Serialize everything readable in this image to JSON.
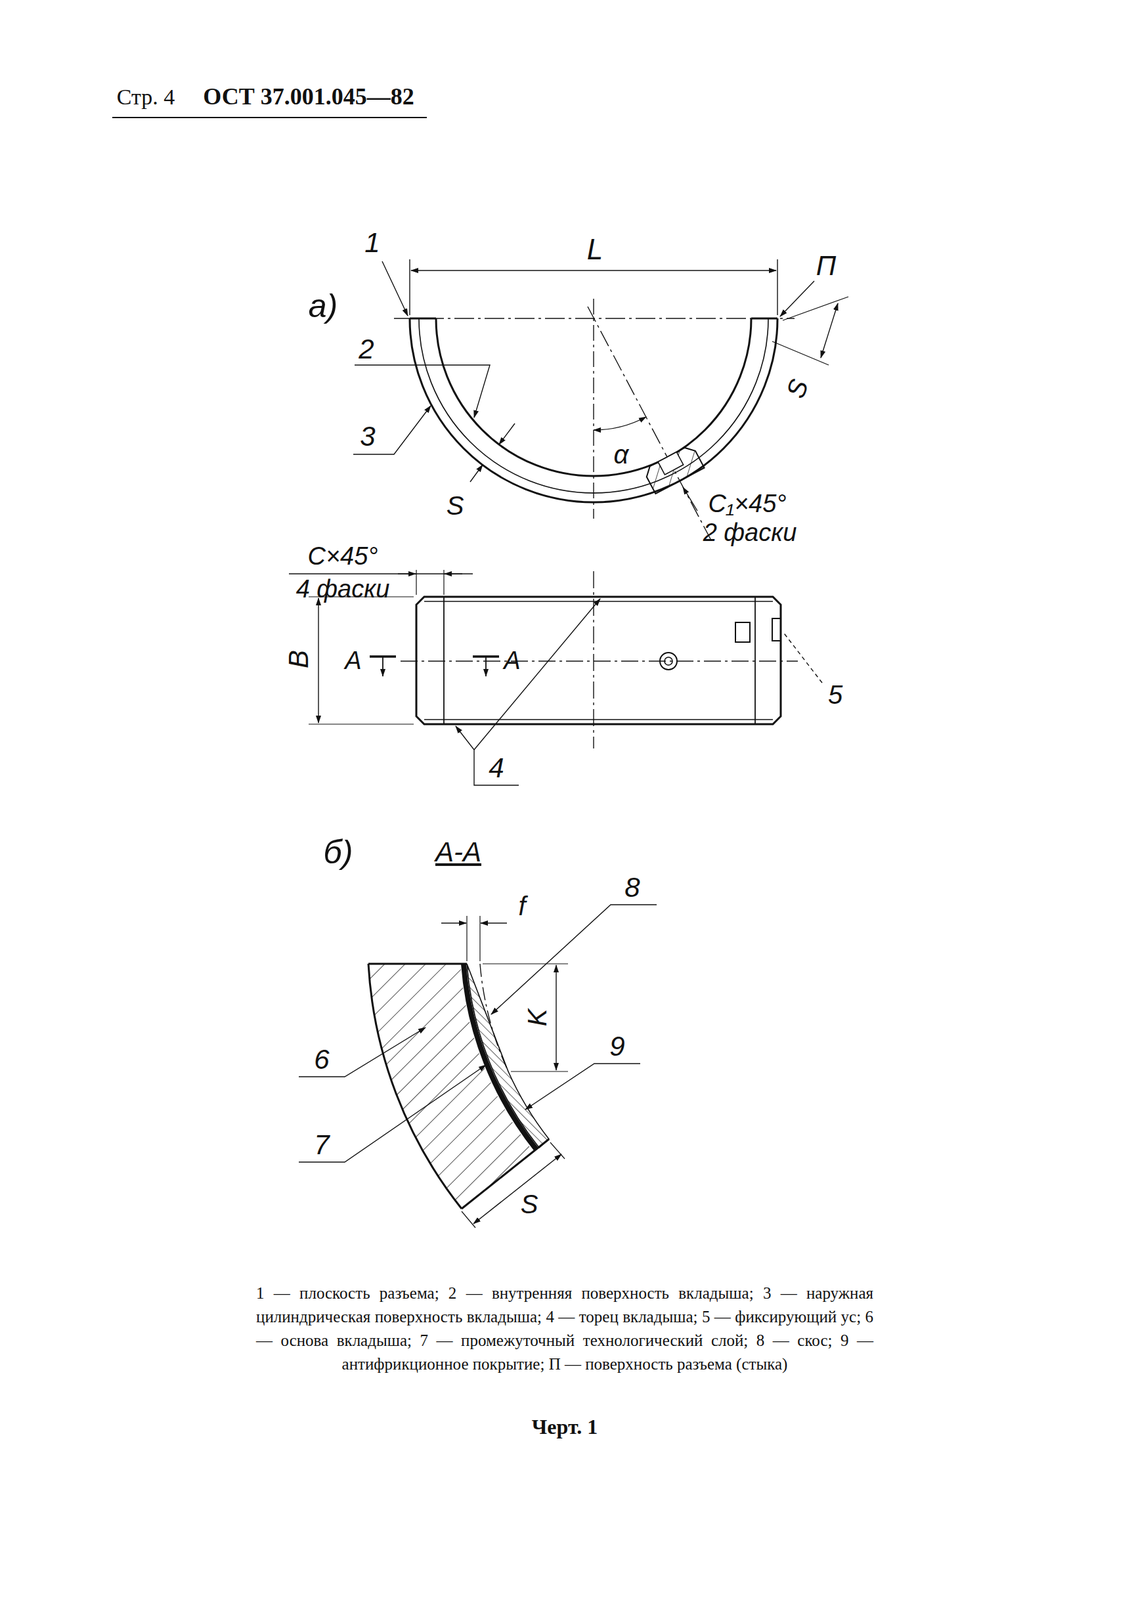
{
  "diagram": {
    "caption": "Черт. 1",
    "labels": [
      "Стр. 4",
      "ОСТ 37.001.045—82",
      "а)",
      "L",
      "1",
      "П",
      "2",
      "3",
      "α",
      "S",
      "S",
      "C₁×45°",
      "2 фаски",
      "C×45°",
      "4 фаски",
      "В",
      "А",
      "А",
      "5",
      "4",
      "б)",
      "А-А",
      "f",
      "8",
      "K",
      "6",
      "9",
      "7",
      "S",
      "1 — плоскость разъема; 2 — внутренняя поверхность вкладыша; 3 — наружная цилиндрическая поверхность вкладыша; 4 — торец вкладыша; 5 — фиксирующий ус; 6 — основа вкладыша; 7 — промежуточный технологический слой; 8 — скос; 9 — антифрикционное покрытие; П — поверхность разъема (стыка)"
    ]
  }
}
